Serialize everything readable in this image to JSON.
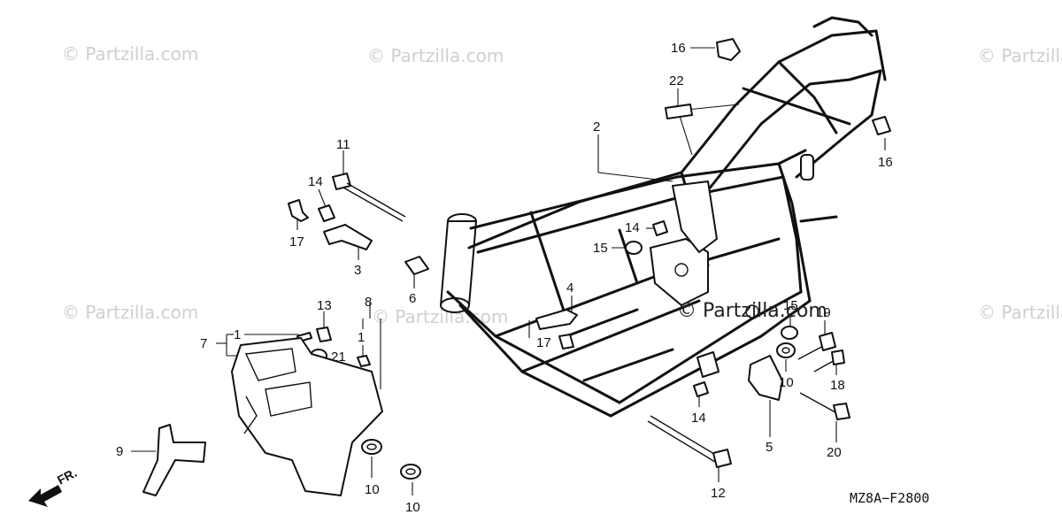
{
  "watermarks": [
    "© Partzilla.com",
    "© Partzilla.com",
    "© Partzilla.com",
    "© Partzilla.com",
    "© Partzilla.com",
    "© Partzilla.com"
  ],
  "watermark_center": "© Partzilla.com",
  "diagram_code": "MZ8A−F2800",
  "direction_label": "FR.",
  "callouts": {
    "c1a": "1",
    "c1b": "1",
    "c2": "2",
    "c3": "3",
    "c4": "4",
    "c5": "5",
    "c6": "6",
    "c7": "7",
    "c8": "8",
    "c9": "9",
    "c10a": "10",
    "c10b": "10",
    "c10c": "10",
    "c11": "11",
    "c12": "12",
    "c13": "13",
    "c14a": "14",
    "c14b": "14",
    "c14c": "14",
    "c15a": "15",
    "c15b": "15",
    "c16a": "16",
    "c16b": "16",
    "c17a": "17",
    "c17b": "17",
    "c18": "18",
    "c19": "19",
    "c20": "20",
    "c21": "21",
    "c22": "22"
  }
}
